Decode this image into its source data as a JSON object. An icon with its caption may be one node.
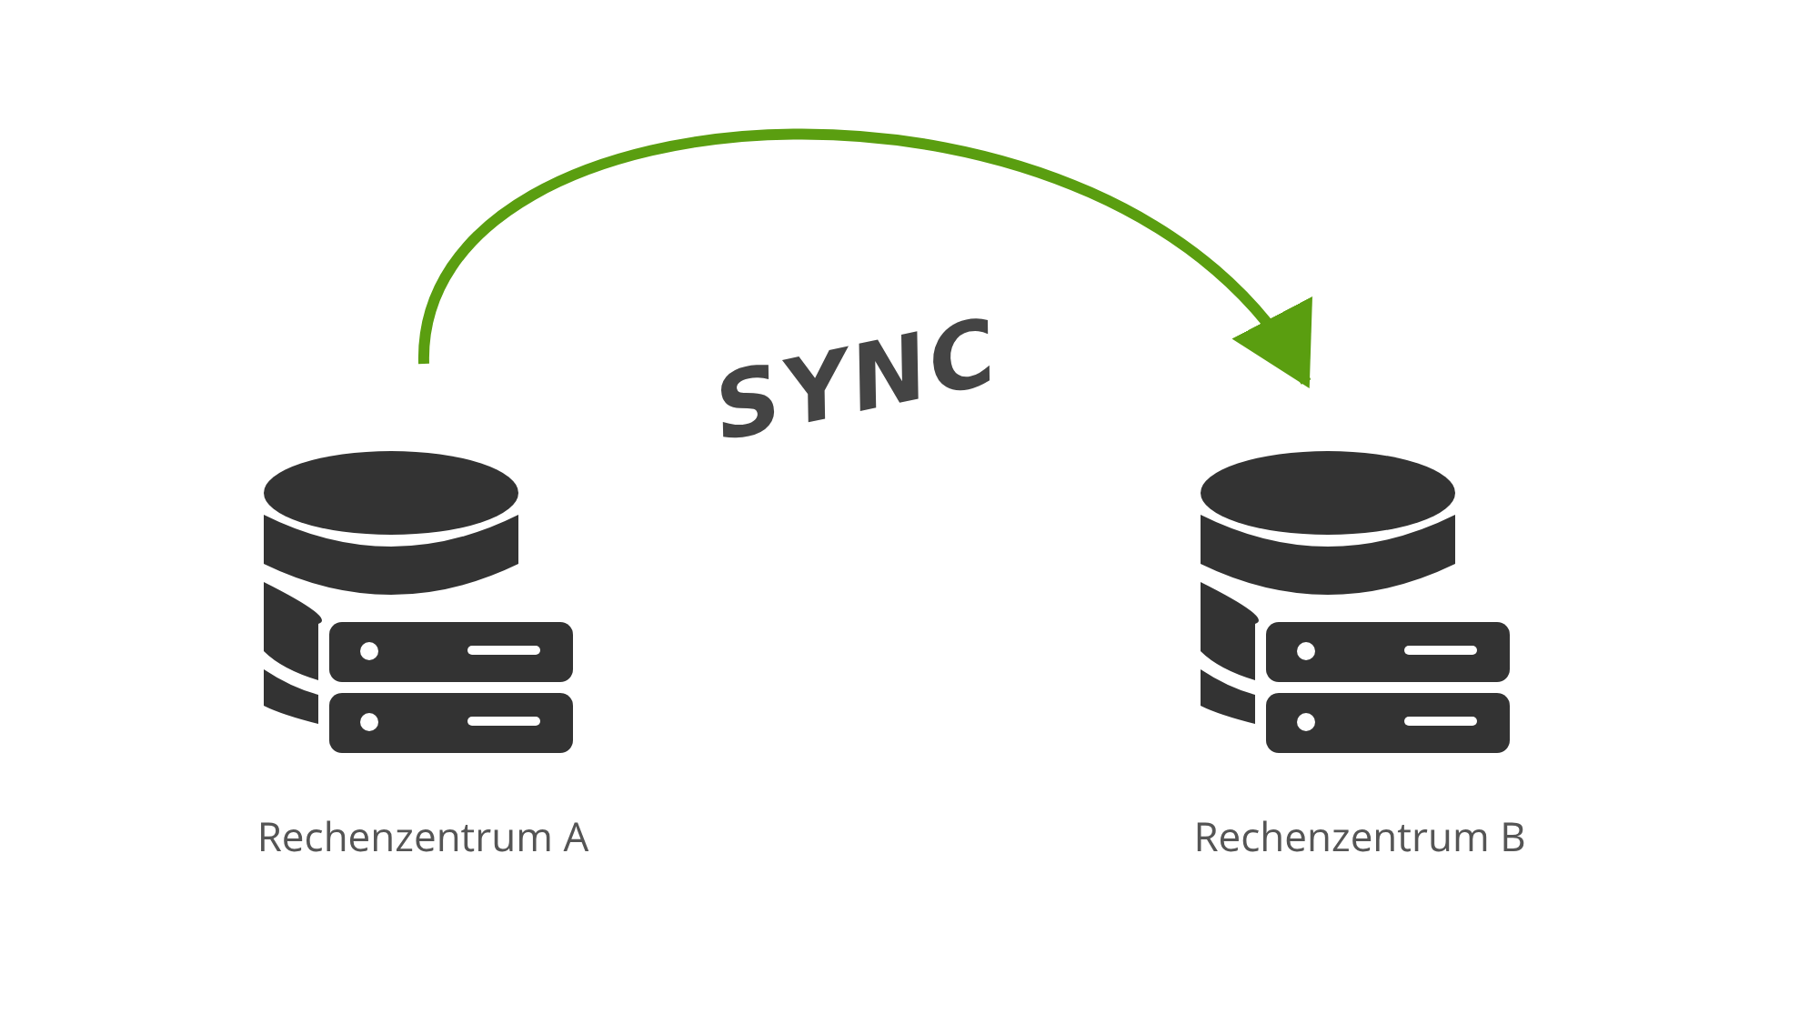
{
  "diagram": {
    "nodes": [
      {
        "text": [
          "Rechenzentrum A"
        ]
      },
      {
        "text": [
          "Rechenzentrum B"
        ]
      }
    ],
    "edges": [
      {
        "from": 0,
        "to": 1,
        "arrow": "to",
        "label": "SYNC",
        "color": "#5a9e10"
      }
    ]
  }
}
